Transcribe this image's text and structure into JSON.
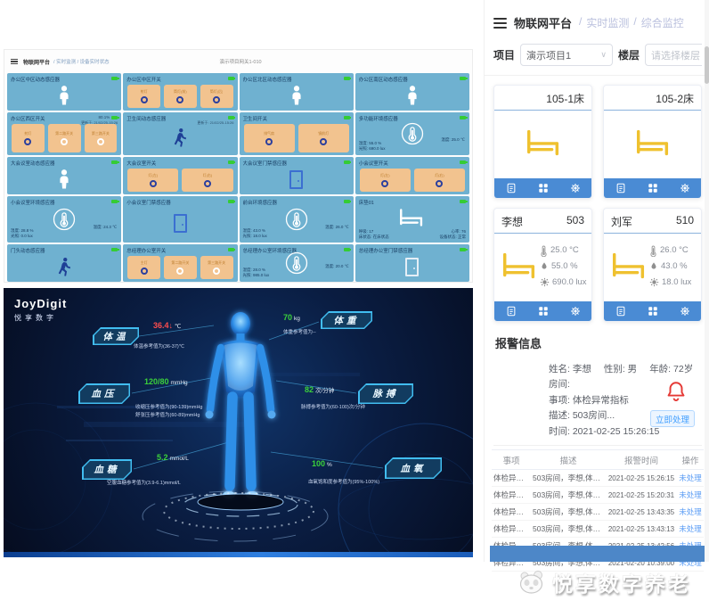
{
  "colors": {
    "card_blue": "#6fb1d0",
    "button_orange": "#f2c38f",
    "footer_blue": "#4a8bd4",
    "bed_yellow": "#efc12f",
    "alert_red": "#e53935",
    "link_blue": "#409eff",
    "value_green": "#3bd23b",
    "value_red": "#ff4d4d"
  },
  "left_dashboard": {
    "brand": "物联网平台",
    "breadcrumb": "/ 实时监测 / 设备实时状态",
    "gateway": "演示项目网关1-010",
    "cards": [
      {
        "title": "办公区中区动态感应器",
        "type": "presence"
      },
      {
        "title": "办公区中区开关",
        "type": "switch",
        "buttons": [
          {
            "label": "射灯",
            "ring": "blue"
          },
          {
            "label": "筒灯(前)",
            "ring": "blue"
          },
          {
            "label": "筒灯(后)",
            "ring": "blue"
          }
        ]
      },
      {
        "title": "办公区北区动态感应器",
        "type": "presence"
      },
      {
        "title": "办公区南区动态感应器",
        "type": "presence"
      },
      {
        "title": "办公区西区开关",
        "type": "switch",
        "percent": "80.1%",
        "updated": "更新于: 21/02/25-15:26",
        "buttons": [
          {
            "label": "射灯",
            "ring": "blue"
          },
          {
            "label": "第二路开关",
            "ring": "white"
          },
          {
            "label": "第三路开关",
            "ring": "white"
          }
        ]
      },
      {
        "title": "卫生间动态感应器",
        "type": "walker",
        "updated": "更新于: 21/02/25-15:26"
      },
      {
        "title": "卫生间开关",
        "type": "switch",
        "buttons": [
          {
            "label": "排气扇",
            "ring": "blue"
          },
          {
            "label": "镜前灯",
            "ring": "blue"
          }
        ]
      },
      {
        "title": "多功能环境感应器",
        "type": "env",
        "left": [
          "湿度: 55.0 %",
          "光照: 690.0 lux"
        ],
        "right": "温度: 25.0 ℃"
      },
      {
        "title": "大会议室动态感应器",
        "type": "presence"
      },
      {
        "title": "大会议室开关",
        "type": "switch",
        "buttons": [
          {
            "label": "灯(左)",
            "ring": "blue"
          },
          {
            "label": "灯(右)",
            "ring": "blue"
          }
        ]
      },
      {
        "title": "大会议室门禁感应器",
        "type": "door",
        "variant": "blue"
      },
      {
        "title": "小会议室开关",
        "type": "switch",
        "buttons": [
          {
            "label": "灯(左)",
            "ring": "blue"
          },
          {
            "label": "灯(右)",
            "ring": "blue"
          }
        ]
      },
      {
        "title": "小会议室环境感应器",
        "type": "env",
        "left": [
          "湿度: 28.8 %",
          "光照: 0.0 lux"
        ],
        "right": "温度: 24.3 ℃"
      },
      {
        "title": "小会议室门禁感应器",
        "type": "door",
        "variant": "blue"
      },
      {
        "title": "前台环境感应器",
        "type": "env",
        "left": [
          "湿度: 43.0 %",
          "光照: 18.0 lux"
        ],
        "right": "温度: 26.0 ℃"
      },
      {
        "title": "床垫01",
        "type": "bed",
        "stat_rows": [
          [
            "呼吸: 17",
            "心率: 76"
          ],
          [
            "床状态: 在床状态",
            "设备状态: 正常"
          ]
        ]
      },
      {
        "title": "门头动态感应器",
        "type": "walker"
      },
      {
        "title": "总经理办公室开关",
        "type": "switch",
        "buttons": [
          {
            "label": "主灯",
            "ring": "blue"
          },
          {
            "label": "第二路开关",
            "ring": "white"
          },
          {
            "label": "第三路开关",
            "ring": "white"
          }
        ]
      },
      {
        "title": "总经理办公室环境感应器",
        "type": "env",
        "left": [
          "湿度: 28.0 %",
          "光照: 985.0 lux"
        ],
        "right": "温度: 20.0 ℃"
      },
      {
        "title": "总经理办公室门禁感应器",
        "type": "door",
        "variant": "light"
      }
    ]
  },
  "body_panel": {
    "logo": "JoyDigit",
    "logo_sub": "悦享数字",
    "metrics": [
      {
        "label": "体温",
        "value": "36.4↓",
        "unit": "℃",
        "value_color": "#ff4d4d",
        "notes": [
          "体温参考值为(36-37)℃"
        ]
      },
      {
        "label": "血压",
        "value": "120/80",
        "unit": "mmHg",
        "value_color": "#3bd23b",
        "notes": [
          "收缩压参考值为(90-139)mmHg",
          "舒张压参考值为(60-89)mmHg"
        ]
      },
      {
        "label": "血糖",
        "value": "5.2",
        "unit": "mmol/L",
        "value_color": "#3bd23b",
        "notes": [
          "空腹血糖参考值为(3.9-6.1)mmol/L"
        ]
      },
      {
        "label": "体重",
        "value": "70",
        "unit": "kg",
        "value_color": "#3bd23b",
        "notes": [
          "体重参考值为--"
        ]
      },
      {
        "label": "脉搏",
        "value": "82",
        "unit": "次/分钟",
        "value_color": "#3bd23b",
        "notes": [
          "脉搏参考值为(60-100)次/分钟"
        ]
      },
      {
        "label": "血氧",
        "value": "100",
        "unit": "%",
        "value_color": "#3bd23b",
        "notes": [
          "血氧饱和度参考值为(95%-100%)"
        ]
      }
    ]
  },
  "app": {
    "title": "物联网平台",
    "breadcrumbs": [
      "实时监测",
      "综合监控"
    ],
    "breadcrumb_sep": "/",
    "filters": {
      "project_label": "项目",
      "project_value": "演示项目1",
      "floor_label": "楼层",
      "floor_placeholder": "请选择楼层"
    },
    "bed_cards": [
      {
        "room": "105-1床"
      },
      {
        "room": "105-2床"
      }
    ],
    "patient_cards": [
      {
        "name": "李想",
        "room": "503",
        "stats": [
          {
            "icon": "thermometer",
            "text": "25.0 °C"
          },
          {
            "icon": "droplet",
            "text": "55.0 %"
          },
          {
            "icon": "sun",
            "text": "690.0 lux"
          }
        ]
      },
      {
        "name": "刘军",
        "room": "510",
        "stats": [
          {
            "icon": "thermometer",
            "text": "26.0 °C"
          },
          {
            "icon": "droplet",
            "text": "43.0 %"
          },
          {
            "icon": "sun",
            "text": "18.0 lux"
          }
        ]
      }
    ],
    "card_actions": [
      "doc",
      "grid",
      "gear"
    ],
    "alarm": {
      "title": "报警信息",
      "lines": [
        [
          "姓名: 李想",
          "性别: 男",
          "年龄: 72岁"
        ],
        [
          "房间:"
        ],
        [
          "事项: 体检异常指标"
        ],
        [
          "描述: 503房间..."
        ],
        [
          "时间: 2021-02-25 15:26:15"
        ]
      ],
      "action": "立即处理"
    },
    "table": {
      "headers": [
        "事项",
        "描述",
        "报警时间",
        "操作"
      ],
      "rows": [
        [
          "体检异常...",
          "503房间，李想,体温异常[35.3...",
          "2021-02-25 15:26:15",
          "未处理"
        ],
        [
          "体检异常...",
          "503房间，李想,体温异常[35.9...",
          "2021-02-25 15:20:31",
          "未处理"
        ],
        [
          "体检异常...",
          "503房间，李想,体温异常[39.2...",
          "2021-02-25 13:43:35",
          "未处理"
        ],
        [
          "体检异常...",
          "503房间，李想,体温异常[35.4...",
          "2021-02-25 13:43:13",
          "未处理"
        ],
        [
          "体检异常...",
          "503房间，李想,体温异常[35.7...",
          "2021-02-25 13:42:56",
          "未处理"
        ],
        [
          "体检异常...",
          "503房间，李想,体温异常[37.1...",
          "2021-02-20 10:39:00",
          "未处理"
        ]
      ]
    }
  },
  "watermark": "悦享数字养老"
}
